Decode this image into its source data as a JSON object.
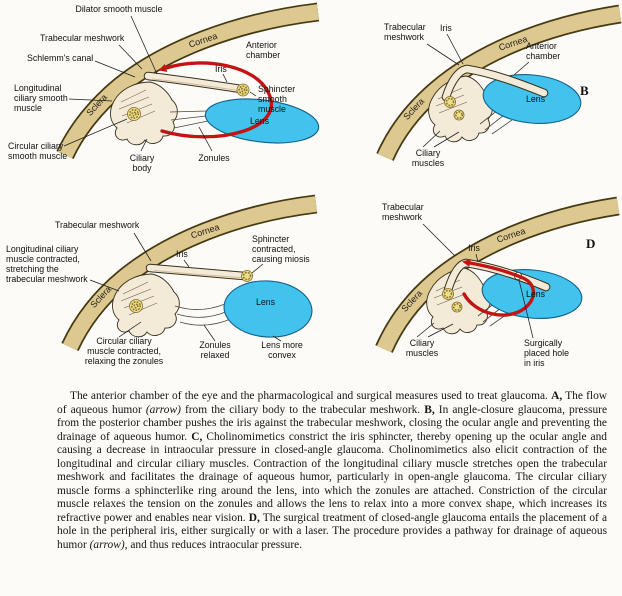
{
  "figure": {
    "colors": {
      "cornea_sclera_band": "#ddc98f",
      "band_outline": "#463a14",
      "tissue": "#f4ead8",
      "lens_blue": "#41c3ee",
      "muscle_yellow": "#eedd8a",
      "flow_arrow_red": "#c31414",
      "label_text": "#101010"
    },
    "panels": {
      "A": {
        "letter": "",
        "labels": {
          "dilator": [
            "Dilator smooth muscle"
          ],
          "trabecular": [
            "Trabecular meshwork"
          ],
          "schlemms": [
            "Schlemm's canal"
          ],
          "longitudinal": [
            "Longitudinal",
            "ciliary smooth",
            "muscle"
          ],
          "circular": [
            "Circular ciliary",
            "smooth muscle"
          ],
          "cornea": "Cornea",
          "anterior_chamber": [
            "Anterior",
            "chamber"
          ],
          "iris": "Iris",
          "sphincter": [
            "Sphincter",
            "smooth",
            "muscle"
          ],
          "sclera": "Sclera",
          "lens": "Lens",
          "ciliary_body": [
            "Ciliary",
            "body"
          ],
          "zonules": [
            "Zonules"
          ]
        }
      },
      "B": {
        "letter": "B",
        "labels": {
          "trabecular": [
            "Trabecular",
            "meshwork"
          ],
          "iris": "Iris",
          "cornea": "Cornea",
          "anterior_chamber": [
            "Anterior",
            "chamber"
          ],
          "sclera": "Sclera",
          "lens": "Lens",
          "ciliary_muscles": [
            "Ciliary",
            "muscles"
          ]
        }
      },
      "C": {
        "letter": "",
        "labels": {
          "trabecular": [
            "Trabecular meshwork"
          ],
          "longitudinal": [
            "Longitudinal ciliary",
            "muscle contracted,",
            "stretching the",
            "trabecular meshwork"
          ],
          "cornea": "Cornea",
          "iris": "Iris",
          "sphincter": [
            "Sphincter",
            "contracted,",
            "causing miosis"
          ],
          "sclera": "Sclera",
          "lens": "Lens",
          "circular": [
            "Circular ciliary",
            "muscle contracted,",
            "relaxing the zonules"
          ],
          "zonules": [
            "Zonules",
            "relaxed"
          ],
          "lens_convex": [
            "Lens more",
            "convex"
          ]
        }
      },
      "D": {
        "letter": "D",
        "labels": {
          "trabecular": [
            "Trabecular",
            "meshwork"
          ],
          "cornea": "Cornea",
          "iris": "Iris",
          "sclera": "Sclera",
          "lens": "Lens",
          "ciliary_muscles": [
            "Ciliary",
            "muscles"
          ],
          "hole": [
            "Surgically",
            "placed hole",
            "in iris"
          ]
        }
      }
    },
    "caption": {
      "segments": [
        {
          "style": "normal",
          "text": "The anterior chamber of the eye and the pharmacological and surgical measures used to treat glaucoma. "
        },
        {
          "style": "bold",
          "text": "A,"
        },
        {
          "style": "normal",
          "text": " The flow of aqueous humor "
        },
        {
          "style": "italic",
          "text": "(arrow)"
        },
        {
          "style": "normal",
          "text": " from the ciliary body to the trabecular meshwork. "
        },
        {
          "style": "bold",
          "text": "B,"
        },
        {
          "style": "normal",
          "text": " In angle-closure glaucoma, pressure from the posterior chamber pushes the iris against the trabecular meshwork, closing the ocular angle and preventing the drainage of aqueous humor. "
        },
        {
          "style": "bold",
          "text": "C,"
        },
        {
          "style": "normal",
          "text": " Cholinomimetics constrict the iris sphincter, thereby opening up the ocular angle and causing a decrease in intraocular pressure in closed-angle glaucoma. Cholinomimetics also elicit contraction of the longitudinal and circular ciliary muscles. Contraction of the longitudinal ciliary muscle stretches open the trabecular meshwork and facilitates the drainage of aqueous humor, particularly in open-angle glaucoma. The circular ciliary muscle forms a sphincterlike ring around the lens, into which the zonules are attached. Constriction of the circular muscle relaxes the tension on the zonules and allows the lens to relax into a more convex shape, which increases its refractive power and enables near vision. "
        },
        {
          "style": "bold",
          "text": "D,"
        },
        {
          "style": "normal",
          "text": " The surgical treatment of closed-angle glaucoma entails the placement of a hole in the peripheral iris, either surgically or with a laser. The procedure provides a pathway for drainage of aqueous humor "
        },
        {
          "style": "italic",
          "text": "(arrow)"
        },
        {
          "style": "normal",
          "text": ", and thus reduces intraocular pressure."
        }
      ]
    }
  }
}
